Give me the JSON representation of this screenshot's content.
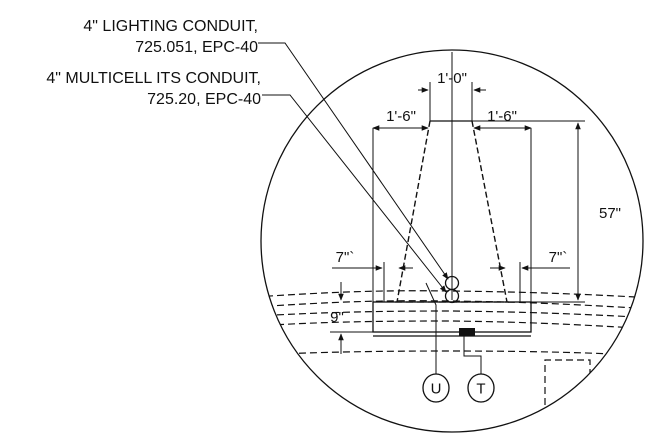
{
  "callouts": {
    "lighting": {
      "line1": "4\" LIGHTING CONDUIT,",
      "line2": "725.051, EPC-40"
    },
    "multicell": {
      "line1": "4\" MULTICELL ITS CONDUIT,",
      "line2": "725.20, EPC-40"
    }
  },
  "dimensions": {
    "top_width": "1'-0\"",
    "left_offset": "1'-6\"",
    "right_offset": "1'-6\"",
    "height": "57\"",
    "left_base": "7\"`",
    "right_base": "7\"`",
    "footing": "9\""
  },
  "tags": {
    "u": "U",
    "t": "T"
  }
}
